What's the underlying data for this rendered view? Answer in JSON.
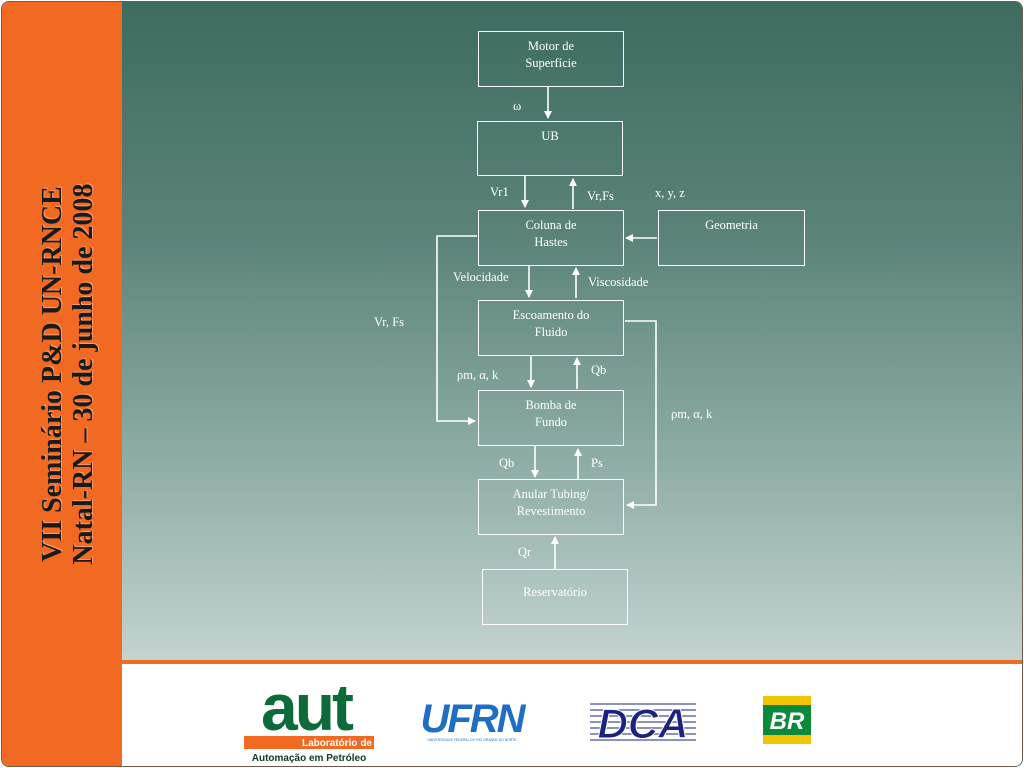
{
  "slide": {
    "title_line1": "VII Seminário P&D UN-RNCE",
    "title_line2": "Natal-RN – 30 de junho de 2008"
  },
  "diagram": {
    "boxes": {
      "motor_line1": "Motor de",
      "motor_line2": "Superfície",
      "ub": "UB",
      "coluna_line1": "Coluna de",
      "coluna_line2": "Hastes",
      "geometria": "Geometria",
      "escoamento_line1": "Escoamento do",
      "escoamento_line2": "Fluido",
      "bomba_line1": "Bomba de",
      "bomba_line2": "Fundo",
      "anular_line1": "Anular Tubing/",
      "anular_line2": "Revestimento",
      "reservatorio": "Reservatório"
    },
    "labels": {
      "omega": "ω",
      "vr1": "Vr1",
      "vr_fs_up": "Vr,Fs",
      "xyz": "x, y, z",
      "velocidade": "Velocidade",
      "viscosidade": "Viscosidade",
      "vr_fs_left": "Vr, Fs",
      "rho_alpha_k_left": "ρm, α, k",
      "qb_up": "Qb",
      "rho_alpha_k_right": "ρm, α, k",
      "qb_down": "Qb",
      "ps": "Ps",
      "qr": "Qr"
    }
  },
  "logos": {
    "aut_main": "aut",
    "aut_sub1": "Laboratório de",
    "aut_sub2": "Automação em Petróleo",
    "ufrn_main": "UFRN",
    "ufrn_sub": "UNIVERSIDADE FEDERAL DO RIO GRANDE DO NORTE",
    "dca_main": "DCA",
    "br_main": "BR",
    "colors": {
      "orange": "#f26a22",
      "aut_green": "#0d6b3a",
      "ufrn_blue": "#1e6fc4",
      "dca_navy": "#1a237e",
      "br_green": "#0a8a3a",
      "br_yellow": "#f5c400"
    }
  }
}
